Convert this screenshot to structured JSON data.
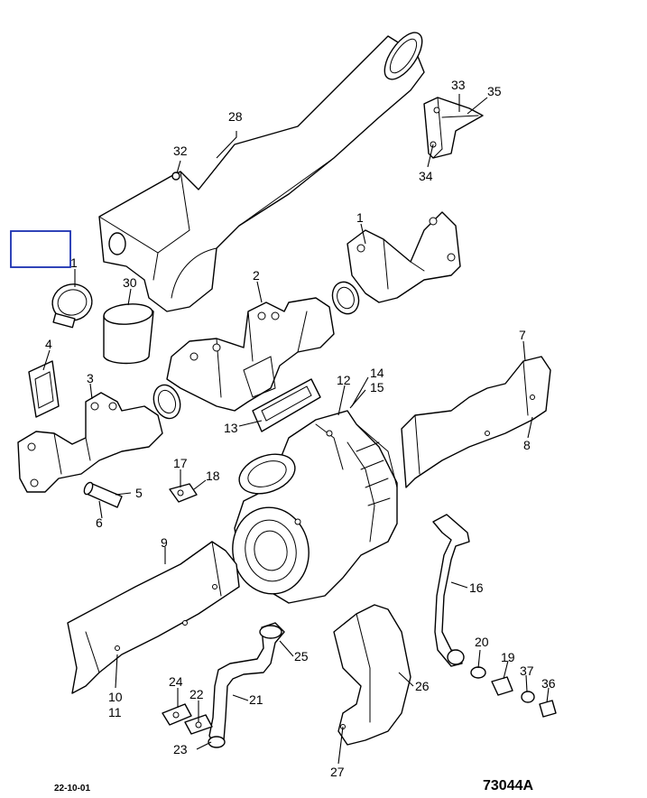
{
  "footer": {
    "date": "22-10-01",
    "drawing_number": "73044A"
  },
  "highlight": {
    "color": "#1a2fb0"
  },
  "callouts": [
    {
      "id": "1a",
      "label": "1"
    },
    {
      "id": "1b",
      "label": "1"
    },
    {
      "id": "2",
      "label": "2"
    },
    {
      "id": "3",
      "label": "3"
    },
    {
      "id": "4",
      "label": "4"
    },
    {
      "id": "5",
      "label": "5"
    },
    {
      "id": "6",
      "label": "6"
    },
    {
      "id": "7",
      "label": "7"
    },
    {
      "id": "8",
      "label": "8"
    },
    {
      "id": "9",
      "label": "9"
    },
    {
      "id": "10",
      "label": "10"
    },
    {
      "id": "11",
      "label": "11"
    },
    {
      "id": "12",
      "label": "12"
    },
    {
      "id": "13",
      "label": "13"
    },
    {
      "id": "14",
      "label": "14"
    },
    {
      "id": "15",
      "label": "15"
    },
    {
      "id": "16",
      "label": "16"
    },
    {
      "id": "17",
      "label": "17"
    },
    {
      "id": "18",
      "label": "18"
    },
    {
      "id": "19",
      "label": "19"
    },
    {
      "id": "20",
      "label": "20"
    },
    {
      "id": "21",
      "label": "21"
    },
    {
      "id": "22",
      "label": "22"
    },
    {
      "id": "23",
      "label": "23"
    },
    {
      "id": "24",
      "label": "24"
    },
    {
      "id": "25",
      "label": "25"
    },
    {
      "id": "26",
      "label": "26"
    },
    {
      "id": "27",
      "label": "27"
    },
    {
      "id": "28",
      "label": "28"
    },
    {
      "id": "30",
      "label": "30"
    },
    {
      "id": "32",
      "label": "32"
    },
    {
      "id": "33",
      "label": "33"
    },
    {
      "id": "34",
      "label": "34"
    },
    {
      "id": "35",
      "label": "35"
    },
    {
      "id": "36",
      "label": "36"
    },
    {
      "id": "37",
      "label": "37"
    }
  ]
}
